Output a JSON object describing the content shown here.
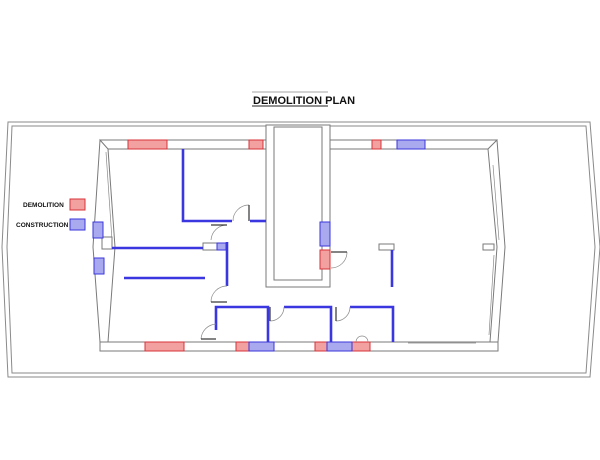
{
  "title": "DEMOLITION PLAN",
  "legend": {
    "items": [
      {
        "label": "DEMOLITION",
        "color": "#f2a0a0",
        "stroke": "#d8333a"
      },
      {
        "label": "CONSTRUCTION",
        "color": "#a9a9ef",
        "stroke": "#3a36d8"
      }
    ]
  }
}
